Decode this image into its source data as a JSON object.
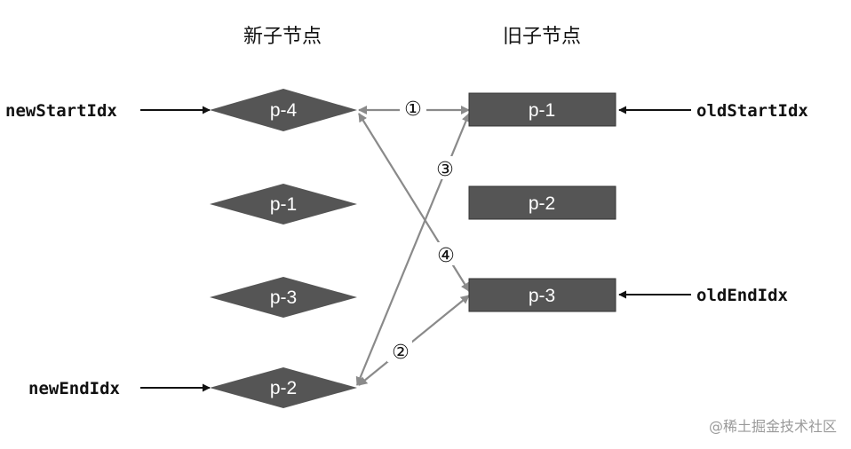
{
  "headers": {
    "new": "新子节点",
    "old": "旧子节点"
  },
  "pointers": {
    "new_start": "newStartIdx",
    "new_end": "newEndIdx",
    "old_start": "oldStartIdx",
    "old_end": "oldEndIdx"
  },
  "new_nodes": [
    "p-4",
    "p-1",
    "p-3",
    "p-2"
  ],
  "old_nodes": [
    "p-1",
    "p-2",
    "p-3"
  ],
  "comparisons": [
    "①",
    "②",
    "③",
    "④"
  ],
  "watermark": "@稀土掘金技术社区",
  "colors": {
    "node_fill": "#555555",
    "arrow": "#8a8a8a",
    "pointer": "#111111"
  }
}
